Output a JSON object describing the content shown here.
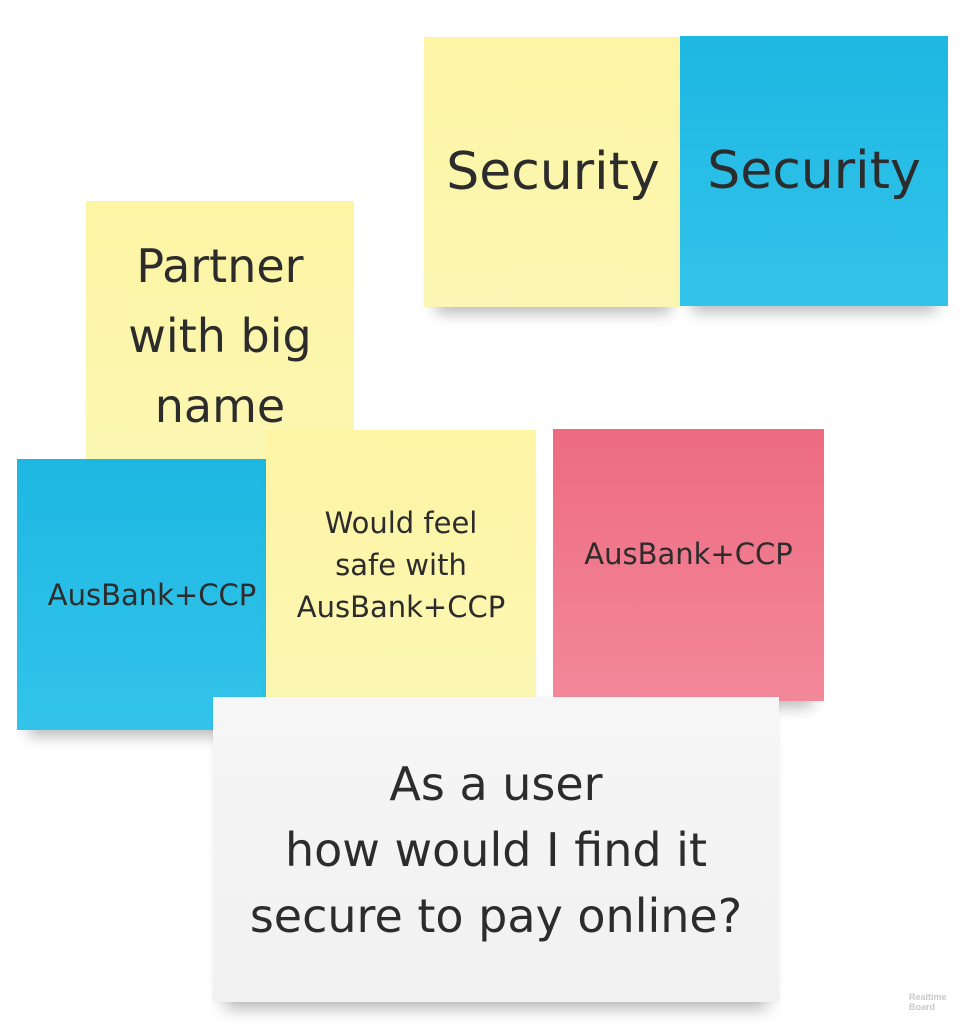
{
  "board": {
    "notes": [
      {
        "id": "security-yellow",
        "color": "#fdf5a4",
        "text": "Security"
      },
      {
        "id": "security-blue",
        "color": "#1db8e2",
        "text": "Security"
      },
      {
        "id": "partner",
        "color": "#fdf5a4",
        "text": "Partner\nwith big\nname"
      },
      {
        "id": "ausbank-blue",
        "color": "#1db8e2",
        "text": "AusBank+CCP"
      },
      {
        "id": "would-feel",
        "color": "#fdf5a4",
        "text": "Would feel\nsafe with\nAusBank+CCP"
      },
      {
        "id": "ausbank-pink",
        "color": "#ee6b80",
        "text": "AusBank+CCP"
      },
      {
        "id": "user-story",
        "color": "#f5f5f5",
        "text": "As a user\nhow would I find it\nsecure to pay online?"
      }
    ]
  },
  "watermark": "Realtime\nBoard"
}
